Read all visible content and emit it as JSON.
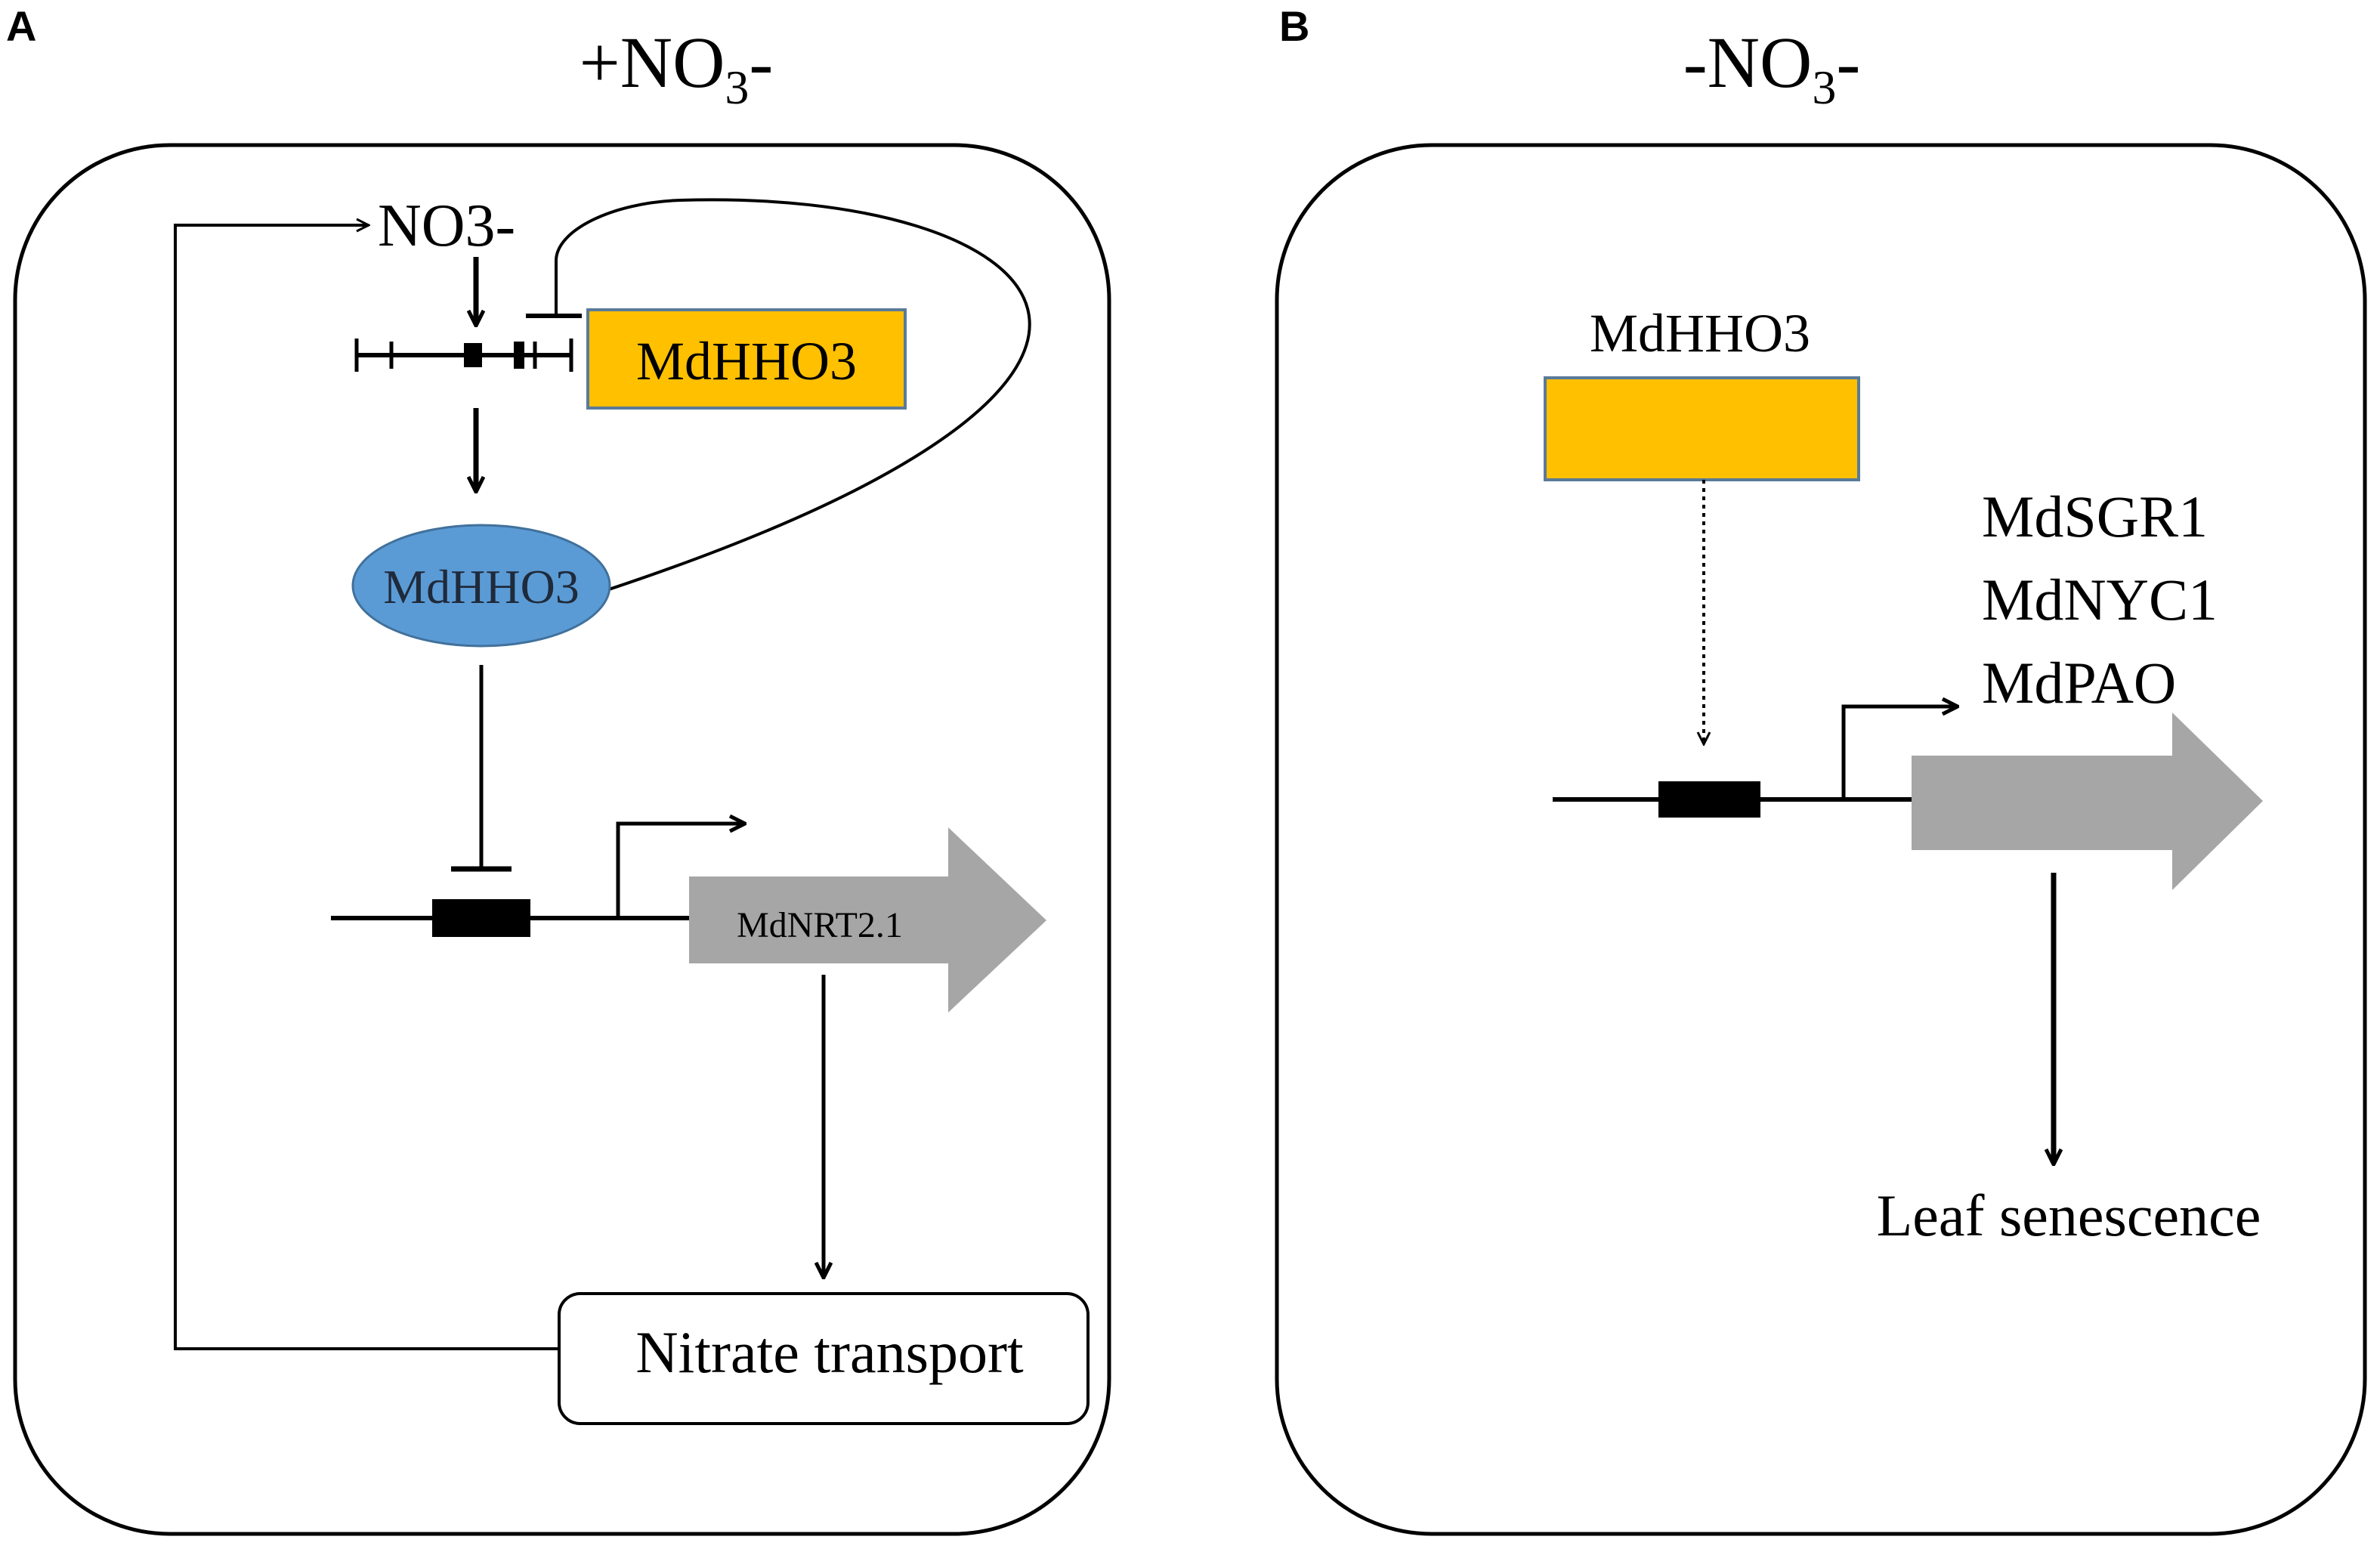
{
  "panel_a": {
    "letter": "A",
    "title_prefix": "+NO",
    "title_sub": "3",
    "title_suffix": "-",
    "nitrate_signal": "NO3-",
    "promoter_box_label": "MdHHO3",
    "protein_label": "MdHHO3",
    "target_gene_label": "MdNRT2.1",
    "output_label": "Nitrate transport"
  },
  "panel_b": {
    "letter": "B",
    "title_prefix": "-NO",
    "title_sub": "3",
    "title_suffix": "-",
    "regulator_label": "MdHHO3",
    "target_genes": [
      "MdSGR1",
      "MdNYC1",
      "MdPAO"
    ],
    "output_label": "Leaf senescence"
  },
  "colors": {
    "hho3_box_fill": "#ffc000",
    "hho3_box_border": "#5a7a9a",
    "protein_fill": "#5b9bd5",
    "gene_arrow_fill": "#a6a6a6",
    "line": "#000000"
  }
}
